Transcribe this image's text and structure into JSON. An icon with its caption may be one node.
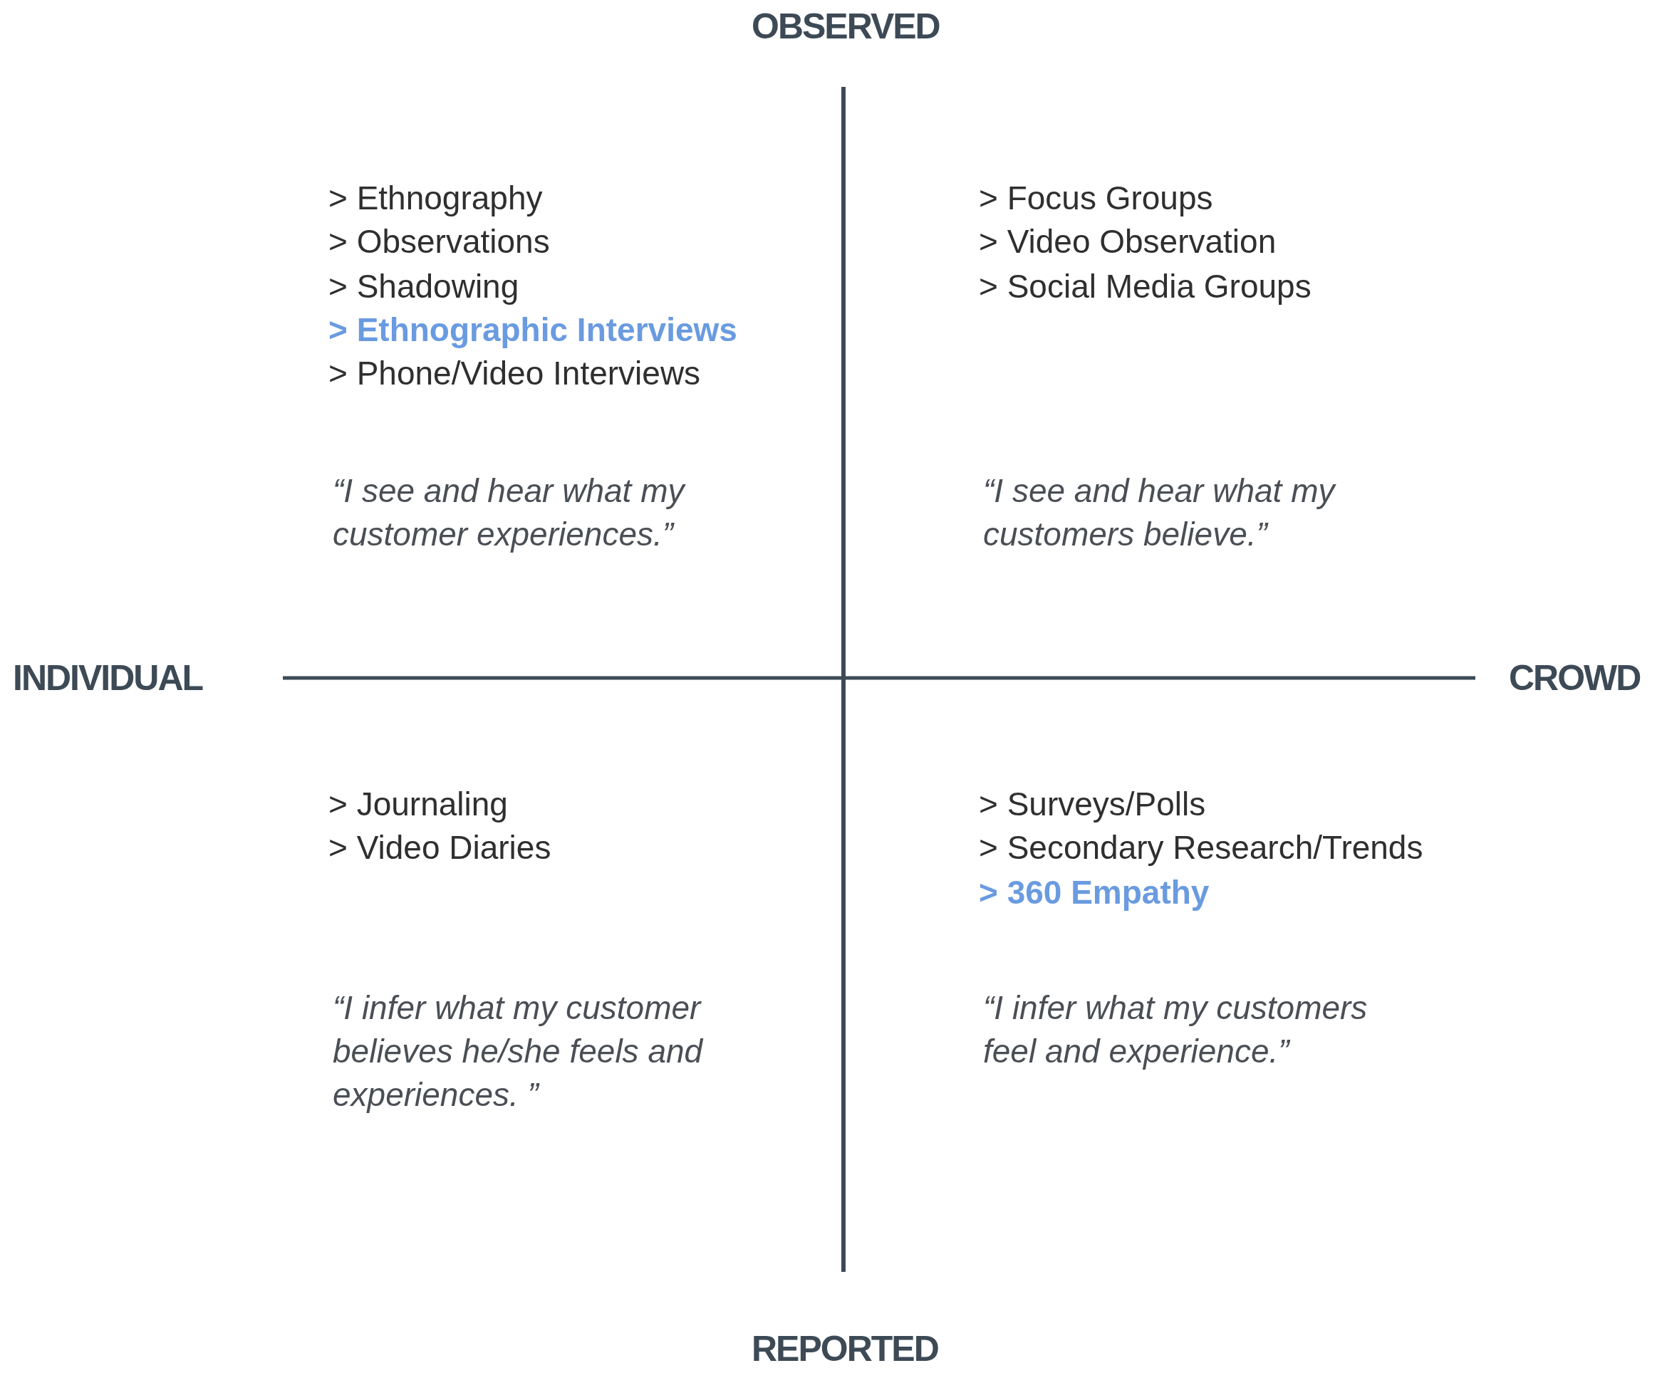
{
  "diagram": {
    "labels": [
      "OBSERVED",
      "> Ethnography",
      "> Observations",
      "> Shadowing",
      "> Ethnographic Interviews",
      "> Phone/Video Interviews",
      "> Focus Groups",
      "> Video Observation",
      "> Social Media Groups",
      "“I see and hear what my customer experiences.”",
      "“I see and hear what my customers believe.”",
      "INDIVIDUAL",
      "CROWD",
      "> Journaling",
      "> Video Diaries",
      "> Surveys/Polls",
      "> Secondary Research/Trends",
      "> 360 Empathy",
      "“I infer what my customer believes he/she feels and experiences. ”",
      "“I infer what my customers feel and experience.”",
      "REPORTED"
    ]
  }
}
